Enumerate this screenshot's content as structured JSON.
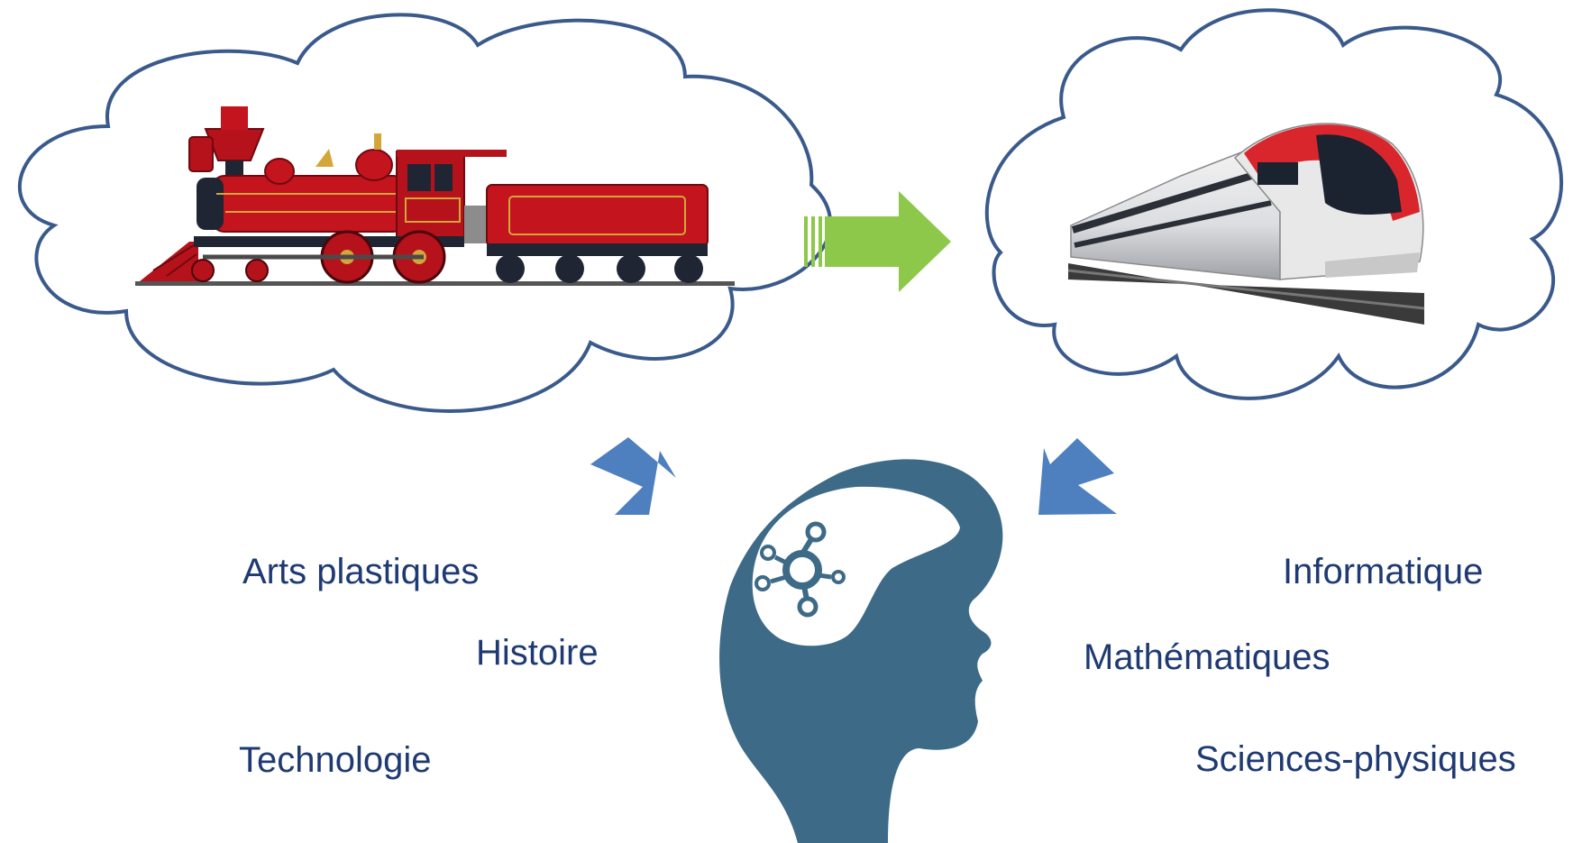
{
  "colors": {
    "cloud_stroke": "#3a5a8c",
    "text": "#1f3a73",
    "green_arrow": "#8dc84b",
    "blue_arrow": "#4e7fbe",
    "head": "#3d6a87",
    "old_train_body": "#b5121b",
    "new_train_nose": "#d8262c"
  },
  "icons": {
    "old_train": "steam-locomotive-icon",
    "new_train": "high-speed-train-icon",
    "head": "head-with-brain-network-icon",
    "transition_arrow": "arrow-right-icon",
    "down_arrows": "arrow-down-right-icon"
  },
  "subjects_left": [
    "Arts plastiques",
    "Histoire",
    "Technologie"
  ],
  "subjects_right": [
    "Informatique",
    "Mathématiques",
    "Sciences-physiques"
  ]
}
